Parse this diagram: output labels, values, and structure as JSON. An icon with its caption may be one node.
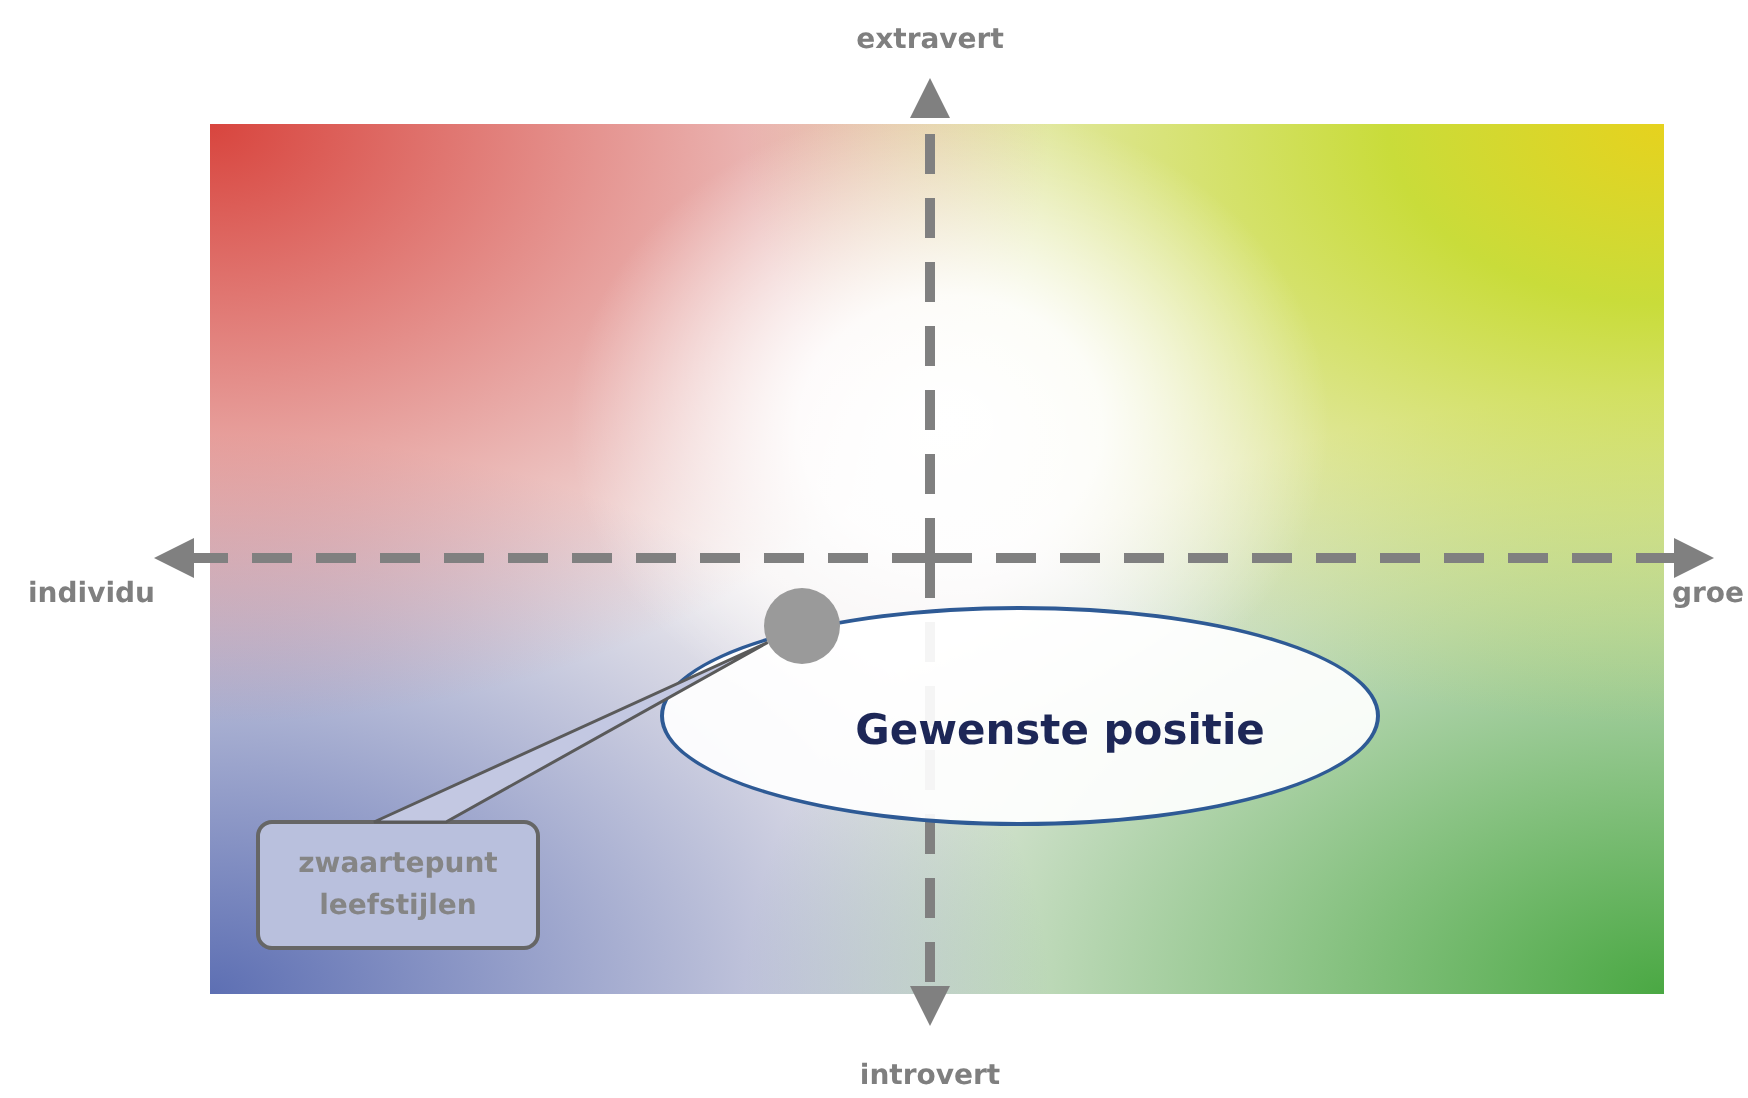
{
  "diagram": {
    "nodes": [
      {
        "text": [
          "Gewenste positie"
        ]
      },
      {
        "text": [],
        "shape": "circle"
      },
      {
        "text": [
          "zwaartepunt leefstijlen"
        ]
      }
    ],
    "edges": [
      {
        "from": 2,
        "to": 1,
        "arrow": "none"
      }
    ],
    "labels": [
      "extravert",
      "individu",
      "groe",
      "introvert"
    ]
  }
}
